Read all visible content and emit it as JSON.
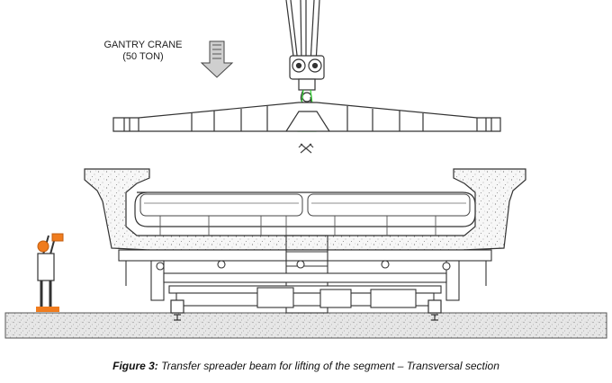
{
  "crane_label": {
    "line1": "GANTRY CRANE",
    "line2": "(50 TON)"
  },
  "caption": {
    "figure": "Figure 3:",
    "text": "Transfer spreader beam for lifting of the segment – Transversal section"
  },
  "colors": {
    "line": "#333333",
    "worker_helmet": "#f07c1e",
    "sling_highlight": "#2fd22f",
    "ground_fill": "#e7e7e7",
    "concrete_fill": "#f7f7f7"
  }
}
